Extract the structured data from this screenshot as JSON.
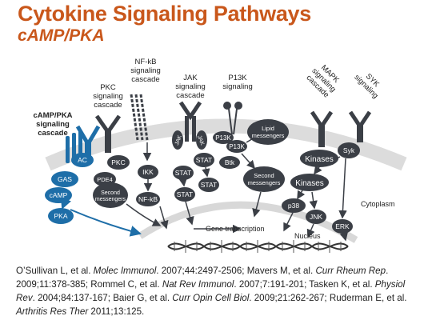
{
  "title": "Cytokine Signaling Pathways",
  "subtitle": "cAMP/PKA",
  "colors": {
    "title": "#c9571b",
    "camp_blue": "#1e6ea8",
    "dark_node": "#3b3f46",
    "membrane": "#dcdcdc"
  },
  "pathways": {
    "camp_pka": "cAMP/PKA signaling cascade",
    "pkc": "PKC signaling cascade",
    "nfkb": "NF-kB signaling cascade",
    "jak": "JAK signaling cascade",
    "p13k": "P13K signaling",
    "mapk": "MAPK signaling cascade",
    "syk": "SYK signaling"
  },
  "nodes": {
    "gas": "GAS",
    "ac": "AC",
    "camp": "cAMP",
    "pka": "PKA",
    "pkc": "PKC",
    "pde4": "PDE4",
    "second_messengers_left": "Second messengers",
    "ikk": "IKK",
    "nfkb": "NF-kB",
    "jak1": "JAK",
    "jak2": "JAK",
    "stat1": "STAT",
    "stat2": "STAT",
    "stat3": "STAT",
    "stat4": "STAT",
    "p13k1": "P13K",
    "p13k2": "P13K",
    "btk": "Btk",
    "lipid_messengers": "Lipid messengers",
    "second_messengers_right": "Second messengers",
    "kinases1": "Kinases",
    "kinases2": "Kinases",
    "p38": "p38",
    "jnk": "JNK",
    "erk": "ERK",
    "syk": "Syk"
  },
  "labels": {
    "gene_transcription": "Gene transcription",
    "nucleus": "Nucleus",
    "cytoplasm": "Cytoplasm"
  },
  "references": [
    {
      "authors": "O’Sullivan L, et al. ",
      "journal": "Molec Immunol",
      "details": ". 2007;44:2497-2506; "
    },
    {
      "authors": "Mavers M, et al. ",
      "journal": "Curr Rheum Rep",
      "details": ". 2009;11:378-385; "
    },
    {
      "authors": "Rommel C, et al. ",
      "journal": "Nat Rev Immunol",
      "details": ". 2007;7:191-201; "
    },
    {
      "authors": "Tasken K, et al. ",
      "journal": "Physiol Rev",
      "details": ". 2004;84:137-167; "
    },
    {
      "authors": "Baier G, et al. ",
      "journal": "Curr Opin Cell Biol",
      "details": ". 2009;21:262-267; "
    },
    {
      "authors": "Ruderman E, et al. ",
      "journal": "Arthritis Res Ther",
      "details": " 2011;13:125."
    }
  ]
}
